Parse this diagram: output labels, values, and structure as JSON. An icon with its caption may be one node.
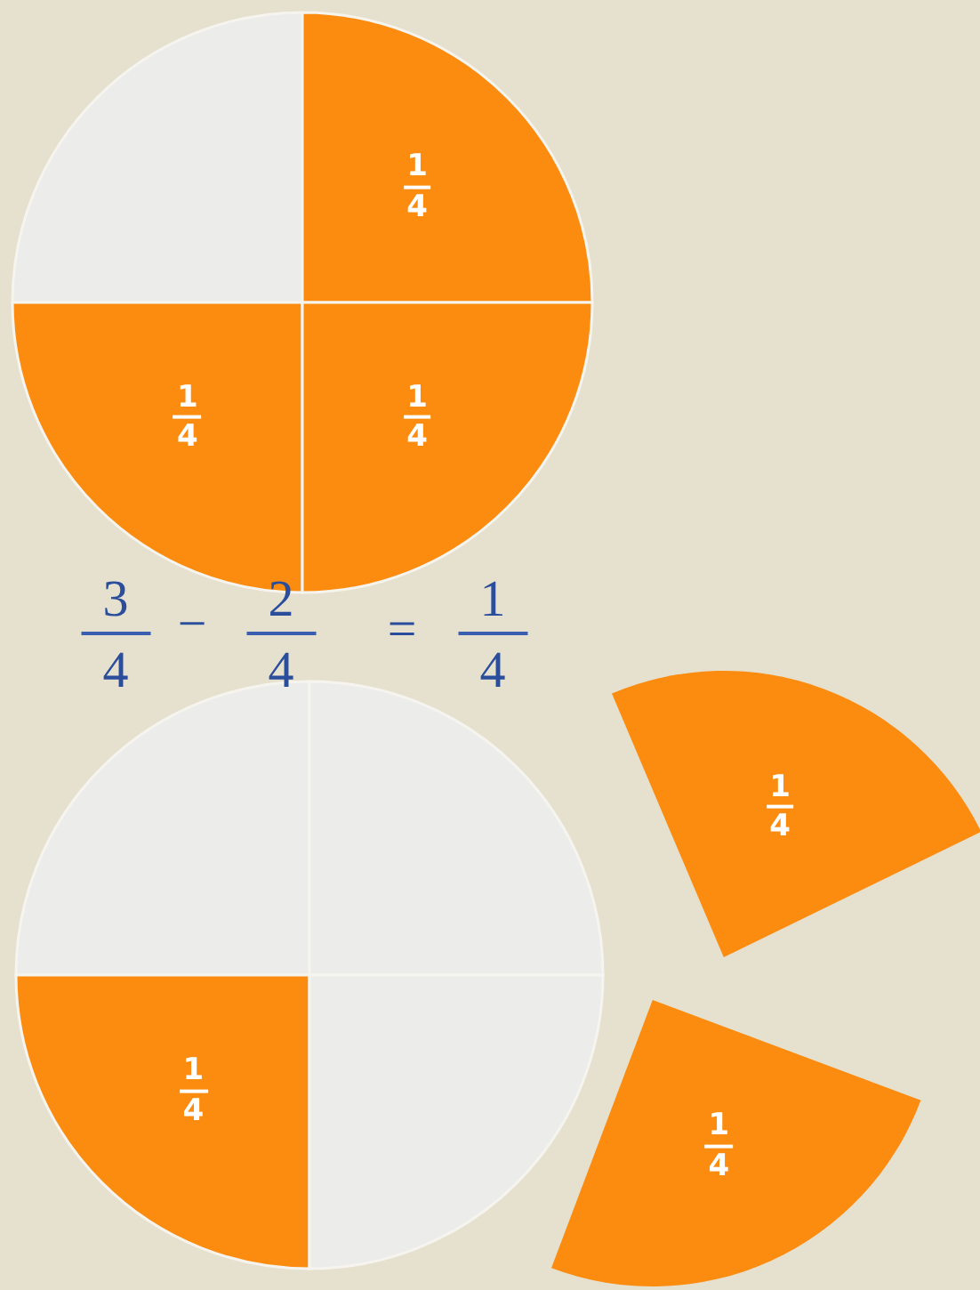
{
  "diagram": {
    "nodes": [
      {
        "text": [],
        "shape": "circle"
      },
      {
        "text": [],
        "shape": "sector",
        "in": 0
      },
      {
        "text": [
          "1",
          "4"
        ],
        "in": 0
      },
      {
        "text": [
          "1",
          "4"
        ],
        "in": 0
      },
      {
        "text": [
          "1",
          "4"
        ],
        "in": 0
      },
      {
        "text": [],
        "shape": "circle"
      },
      {
        "text": [],
        "shape": "sector",
        "in": 5
      },
      {
        "text": [],
        "shape": "sector",
        "in": 5
      },
      {
        "text": [
          "1",
          "4"
        ],
        "in": 5
      },
      {
        "text": [],
        "shape": "sector",
        "in": 5
      },
      {
        "text": [
          "1",
          "4"
        ]
      },
      {
        "text": [
          "1",
          "4"
        ]
      }
    ],
    "labels": [
      "3",
      "4",
      "−",
      "2",
      "4",
      "=",
      "1",
      "4"
    ]
  }
}
